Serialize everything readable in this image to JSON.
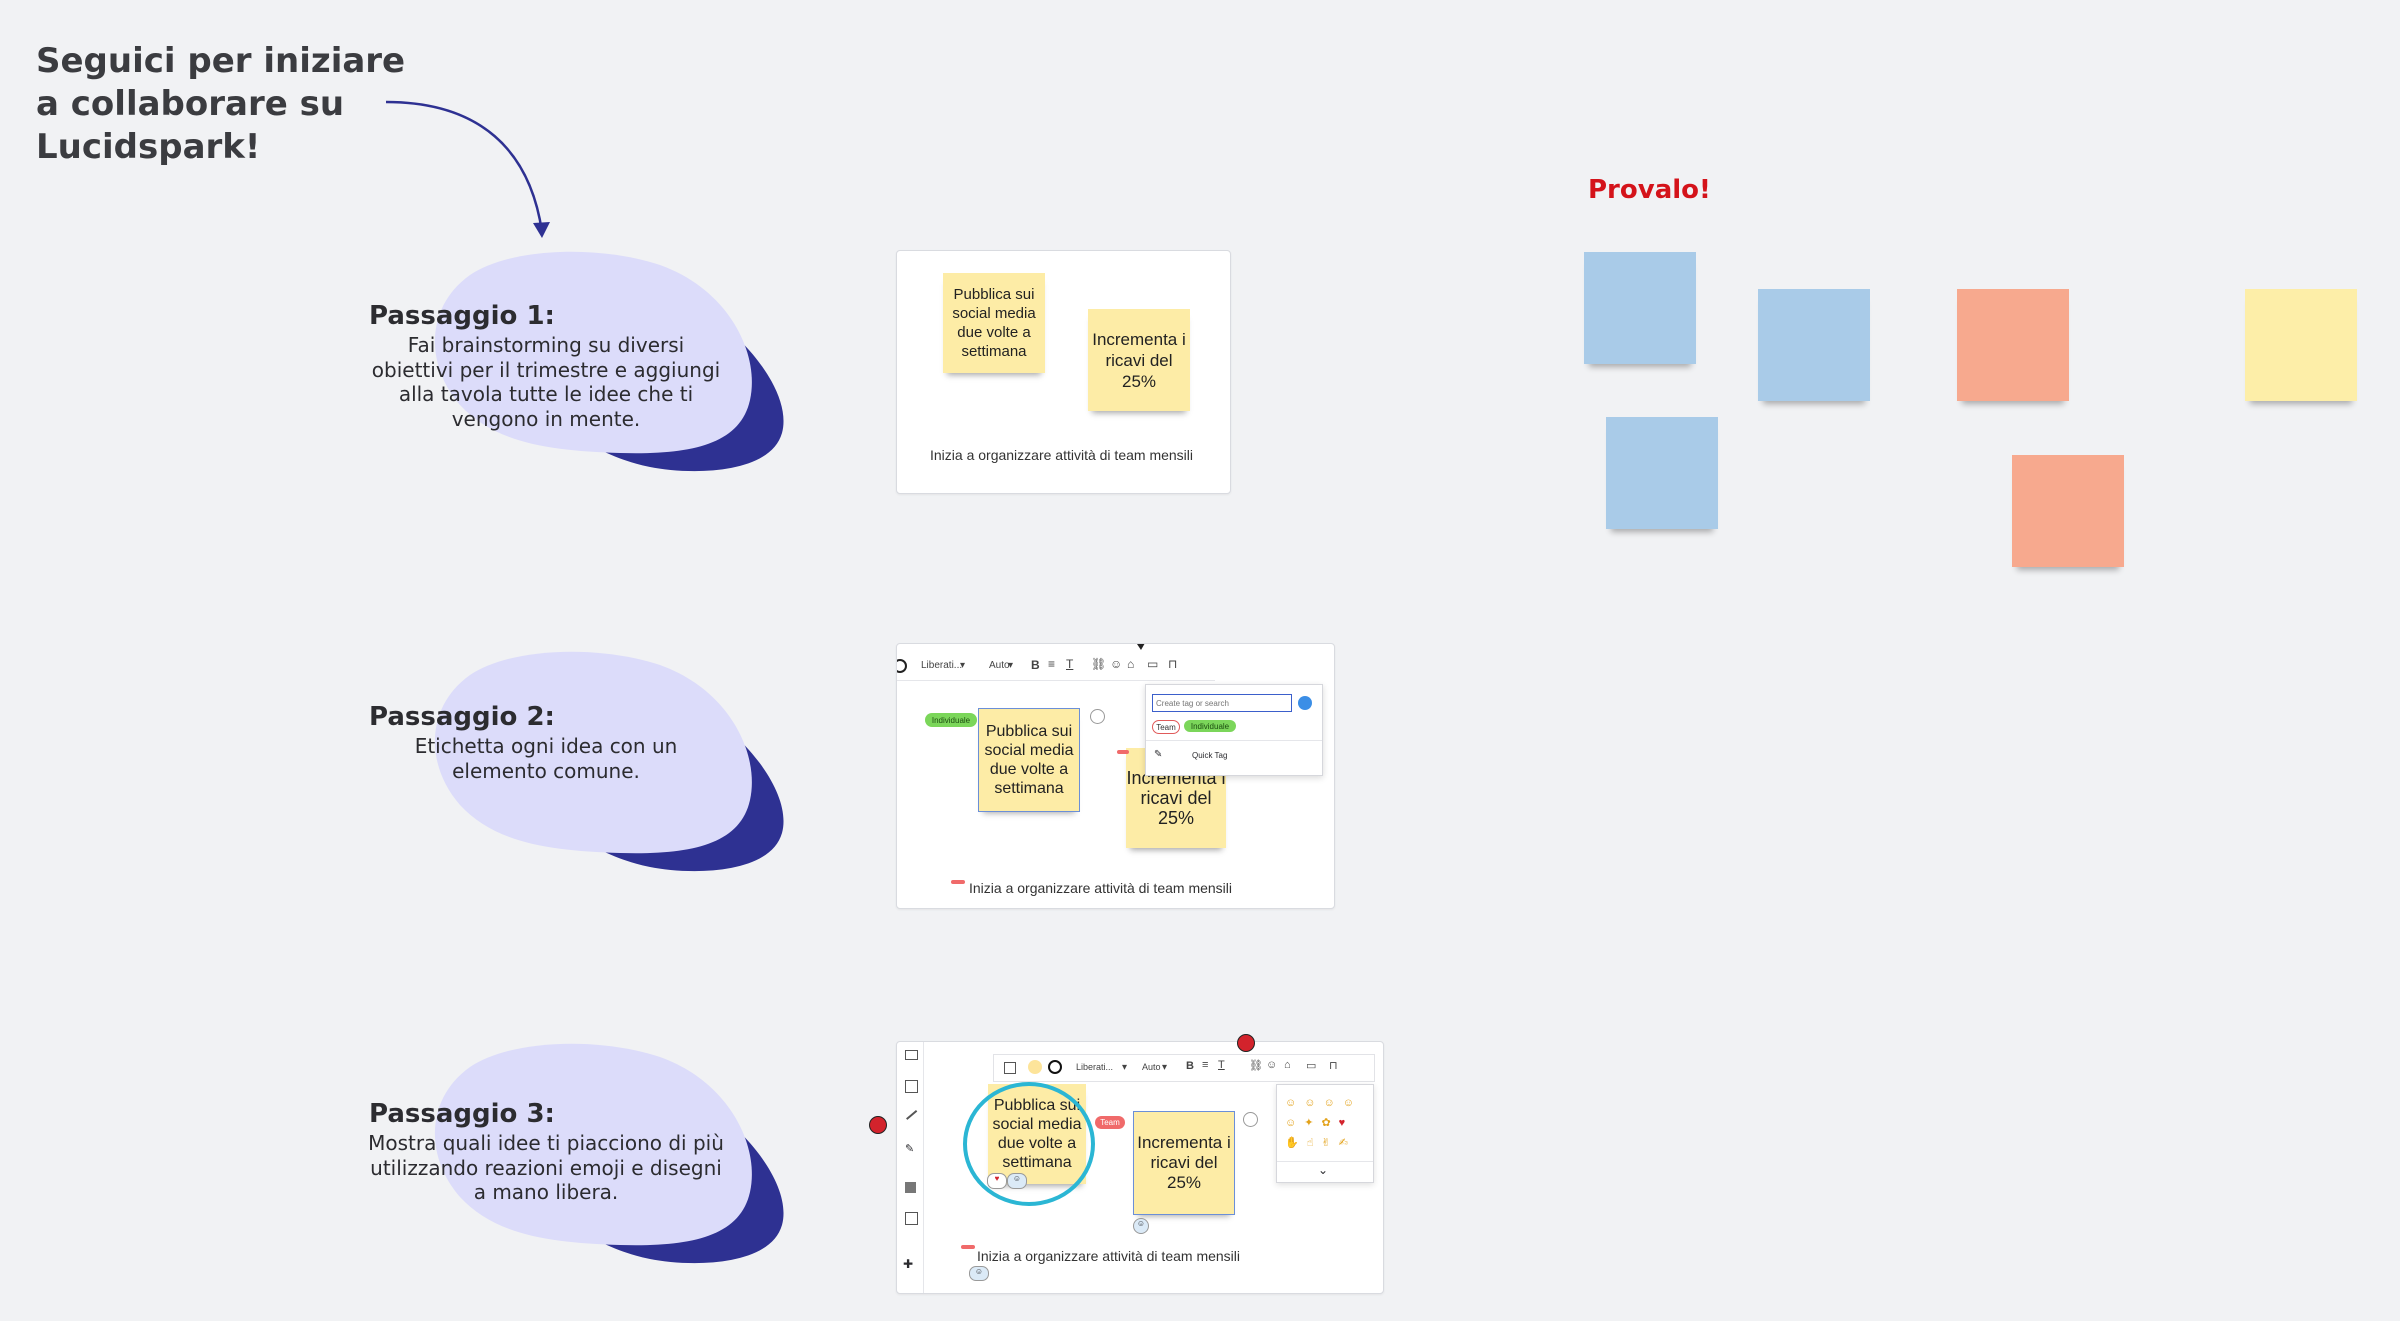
{
  "headline": "Seguici per iniziare a collaborare su Lucidspark!",
  "steps": [
    {
      "title": "Passaggio 1:",
      "text": "Fai brainstorming su diversi obiettivi per il trimestre e aggiungi alla tavola tutte le idee che ti vengono in mente."
    },
    {
      "title": "Passaggio 2:",
      "text": "Etichetta ogni idea con un elemento comune."
    },
    {
      "title": "Passaggio 3:",
      "text": "Mostra quali idee ti piacciono di più utilizzando reazioni emoji e disegni a mano libera."
    }
  ],
  "example": {
    "sticky_a": "Pubblica sui social media due volte a settimana",
    "sticky_b": "Incrementa i ricavi del 25%",
    "caption": "Inizia a organizzare attività di team mensili",
    "toolbar": {
      "font": "Liberati...",
      "size": "Auto"
    },
    "tag_popup": {
      "placeholder": "Create tag or search",
      "tags": [
        "Team",
        "Individuale"
      ],
      "quick_tag": "Quick Tag"
    },
    "tag_individuale": "Individuale",
    "tag_team": "Team"
  },
  "try_label": "Provalo!",
  "colors": {
    "accent": "#2e3192",
    "blob": "#dcdcfa",
    "sticky_yellow": "#fdeca6",
    "note_blue": "#a9cbe8",
    "note_salmon": "#f7a98e",
    "note_yellow": "#fdeea8",
    "try_red": "#d4131a",
    "highlight_cyan": "#2bb6d4"
  },
  "icons": [
    "curved-arrow-icon",
    "bold-icon",
    "align-icon",
    "text-icon",
    "link-icon",
    "emoji-icon",
    "tag-icon",
    "comment-icon",
    "lock-icon",
    "chevron-down-icon",
    "pen-icon"
  ]
}
